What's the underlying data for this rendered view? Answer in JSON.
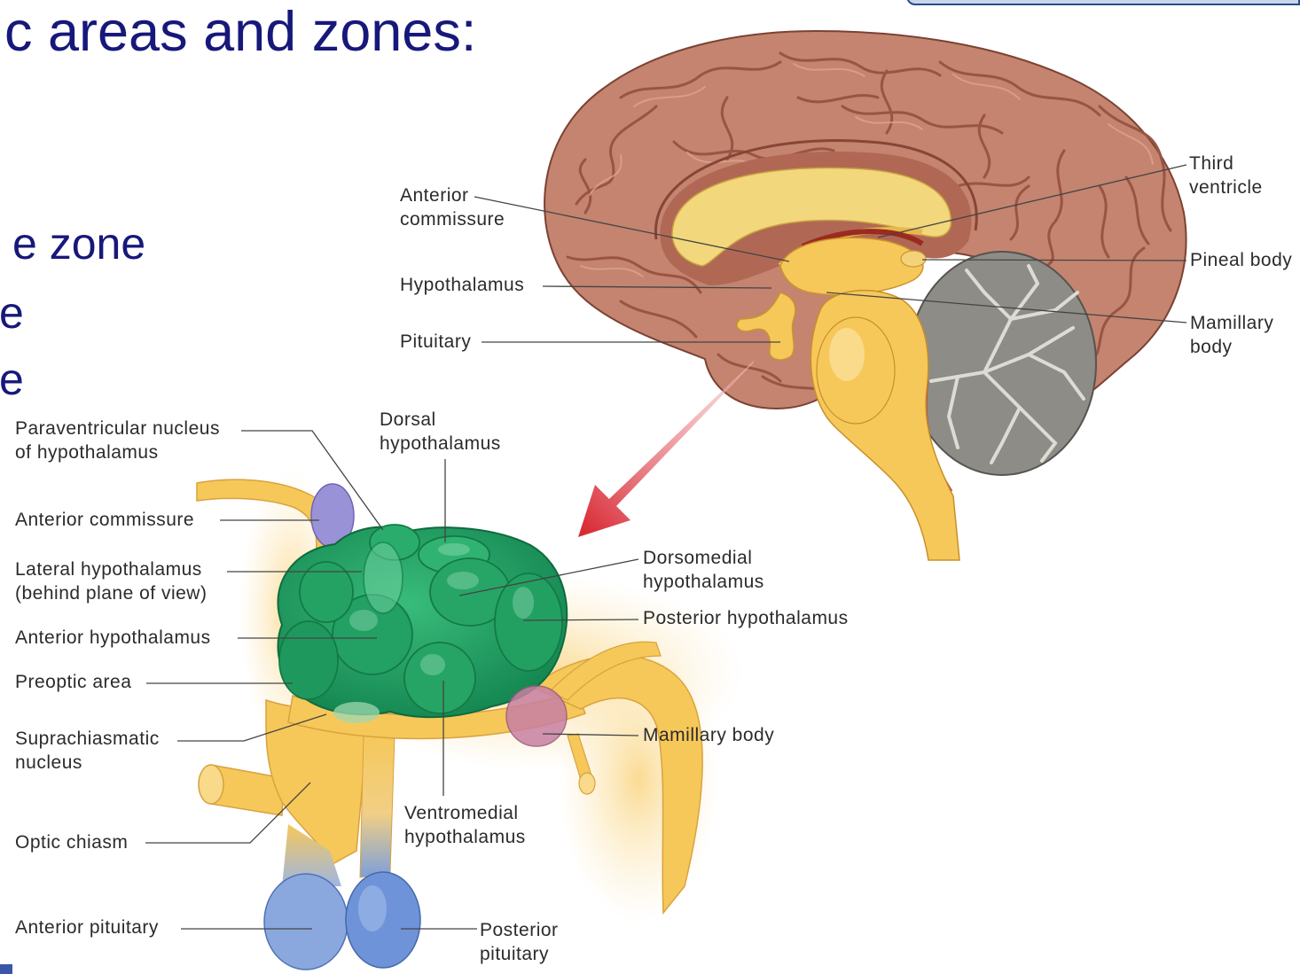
{
  "slide": {
    "title_fragment": "c areas and zones:",
    "bullet_fragments": [
      "e zone",
      "e",
      "e"
    ]
  },
  "brain_diagram": {
    "labels": {
      "anterior_commissure": [
        "Anterior",
        "commissure"
      ],
      "hypothalamus": [
        "Hypothalamus"
      ],
      "pituitary": [
        "Pituitary"
      ],
      "third_ventricle": [
        "Third",
        "ventricle"
      ],
      "pineal_body": [
        "Pineal body"
      ],
      "mamillary_body": [
        "Mamillary",
        "body"
      ]
    }
  },
  "hypothalamus_diagram": {
    "labels": {
      "paraventricular_nucleus": [
        "Paraventricular nucleus",
        "of hypothalamus"
      ],
      "dorsal_hypothalamus": [
        "Dorsal",
        "hypothalamus"
      ],
      "anterior_commissure": [
        "Anterior commissure"
      ],
      "lateral_hypothalamus": [
        "Lateral hypothalamus",
        "(behind plane of view)"
      ],
      "dorsomedial_hypothalamus": [
        "Dorsomedial",
        "hypothalamus"
      ],
      "posterior_hypothalamus": [
        "Posterior hypothalamus"
      ],
      "anterior_hypothalamus": [
        "Anterior hypothalamus"
      ],
      "preoptic_area": [
        "Preoptic area"
      ],
      "mamillary_body": [
        "Mamillary body"
      ],
      "suprachiasmatic_nucleus": [
        "Suprachiasmatic",
        "nucleus"
      ],
      "ventromedial_hypothalamus": [
        "Ventromedial",
        "hypothalamus"
      ],
      "optic_chiasm": [
        "Optic chiasm"
      ],
      "anterior_pituitary": [
        "Anterior pituitary"
      ],
      "posterior_pituitary": [
        "Posterior",
        "pituitary"
      ]
    }
  },
  "colors": {
    "title_text": "#17187a",
    "label_text": "#2b2b2b",
    "cerebrum": "#c4846f",
    "cerebellum": "#8d8c86",
    "hypothalamus_green": "#1f9b60",
    "pituitary_blue": "#6f93d8",
    "structure_yellow": "#f6c85a",
    "mamillary_pink": "#c880a3",
    "commissure_purple": "#9a92d6",
    "arrow_red": "#d92b36"
  }
}
